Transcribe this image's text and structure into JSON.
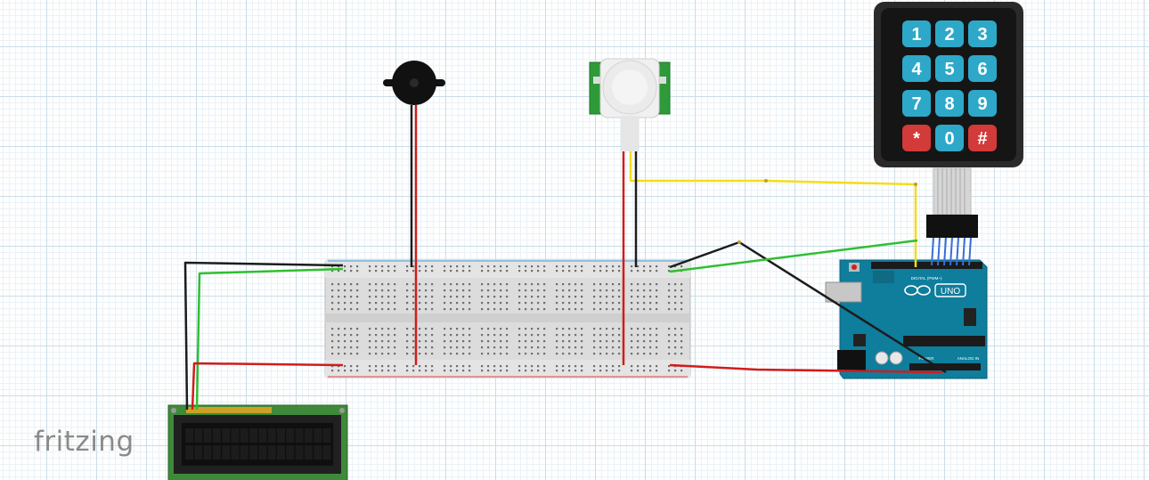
{
  "app": {
    "brand": "fritzing"
  },
  "keypad": {
    "keys": [
      "1",
      "2",
      "3",
      "4",
      "5",
      "6",
      "7",
      "8",
      "9",
      "*",
      "0",
      "#"
    ],
    "key_color": "#2ea8c9",
    "special_key_color": "#d33a3a"
  },
  "arduino": {
    "logo": "UNO",
    "header_digital": "DIGITAL (PWM~)",
    "header_power": "POWER",
    "header_analog": "ANALOG IN",
    "board_color": "#0f7d9c"
  },
  "lcd": {
    "pcb_color": "#3f8a3a"
  },
  "wire_colors": {
    "red": "#d01c1c",
    "black": "#1c1c1c",
    "green": "#2fbf2f",
    "yellow": "#f2de1a",
    "blue": "#3a6ed8"
  },
  "components": [
    "buzzer",
    "pir-sensor",
    "keypad",
    "breadboard",
    "arduino-uno",
    "lcd-16x2"
  ]
}
